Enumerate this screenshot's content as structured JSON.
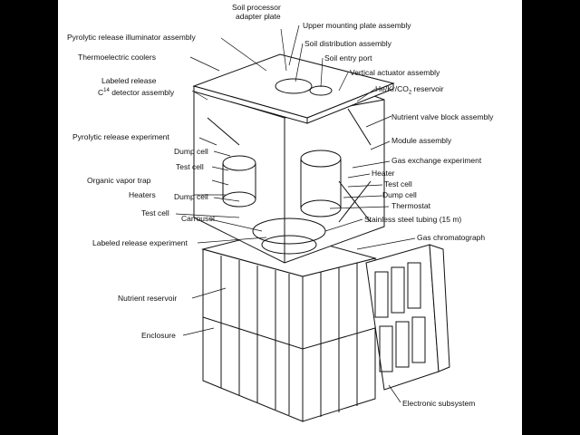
{
  "diagram": {
    "colors": {
      "background": "#000000",
      "paper": "#ffffff",
      "ink": "#111111"
    },
    "labels": {
      "soil_processor": "Soil processor",
      "adapter_plate": "adapter plate",
      "upper_mounting_plate": "Upper mounting plate assembly",
      "pyrolytic_illuminator": "Pyrolytic release illuminator assembly",
      "soil_distribution": "Soil distribution assembly",
      "thermoelectric_coolers": "Thermoelectric coolers",
      "soil_entry_port": "Soil entry port",
      "labeled_release": "Labeled release",
      "c14_detector_prefix": "C",
      "c14_detector_sup": "14",
      "c14_detector_suffix": " detector assembly",
      "vertical_actuator": "Vertical actuator assembly",
      "he_kr_co2": "He/Kr/CO",
      "he_kr_co2_sub": "2",
      "he_kr_co2_suffix": " reservoir",
      "nutrient_valve_block": "Nutrient valve block assembly",
      "pyrolytic_experiment": "Pyrolytic release experiment",
      "module_assembly": "Module assembly",
      "dump_cell_left": "Dump cell",
      "gas_exchange": "Gas exchange experiment",
      "test_cell_left": "Test cell",
      "heater": "Heater",
      "organic_vapor_trap": "Organic vapor trap",
      "test_cell_right": "Test cell",
      "heaters": "Heaters",
      "dump_cell_mid": "Dump cell",
      "dump_cell_right": "Dump cell",
      "thermostat": "Thermostat",
      "test_cell_bottom": "Test cell",
      "carrousel": "Carrousel",
      "stainless_tubing": "Stainless steel tubing (15 m)",
      "gas_chromatograph": "Gas chromatograph",
      "labeled_release_experiment": "Labeled release experiment",
      "nutrient_reservoir": "Nutrient reservoir",
      "enclosure": "Enclosure",
      "electronic_subsystem": "Electronic subsystem"
    }
  }
}
